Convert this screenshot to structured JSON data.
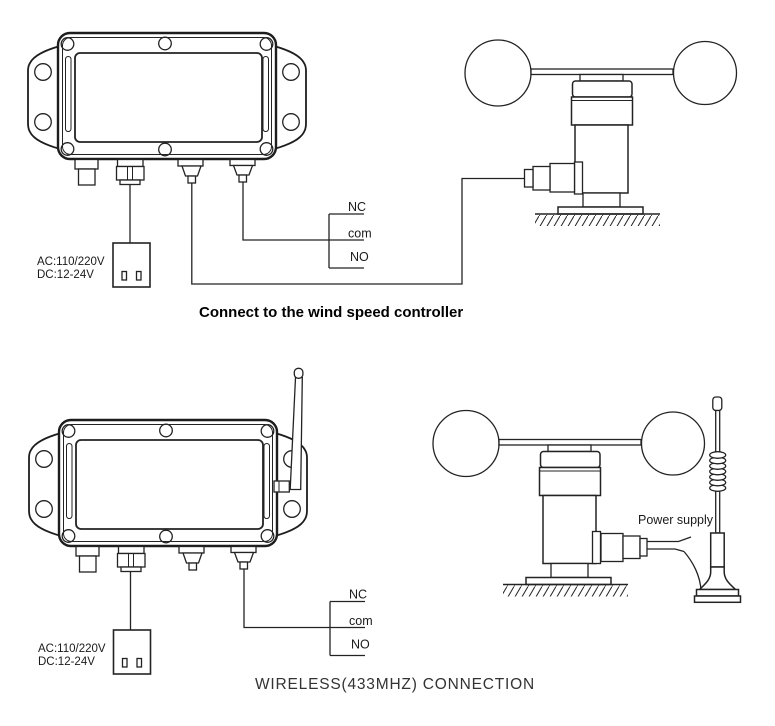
{
  "page": {
    "background": "#ffffff",
    "line_color": "#232323"
  },
  "wired_diagram": {
    "caption": "Connect to the wind speed controller",
    "power_rating": {
      "line1": "AC:110/220V",
      "line2": "DC:12-24V"
    },
    "terminals": {
      "nc": "NC",
      "com": "com",
      "no": "NO"
    }
  },
  "wireless_diagram": {
    "caption": "WIRELESS(433MHZ) CONNECTION",
    "power_rating": {
      "line1": "AC:110/220V",
      "line2": "DC:12-24V"
    },
    "terminals": {
      "nc": "NC",
      "com": "com",
      "no": "NO"
    },
    "power_supply_label": "Power supply"
  }
}
